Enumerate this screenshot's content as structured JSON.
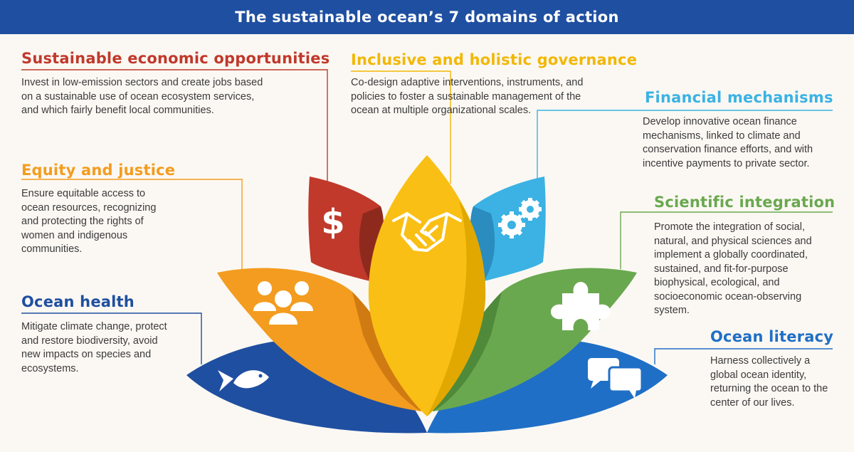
{
  "title": "The sustainable ocean’s 7 domains of action",
  "colors": {
    "banner": "#1f4fa1",
    "economic": "#c0392b",
    "governance": "#f2b705",
    "equity": "#f39c1f",
    "financial": "#3bb2e3",
    "scientific": "#6aa84f",
    "health": "#1f4fa1",
    "literacy": "#1f6fc6"
  },
  "domains": {
    "economic": {
      "heading": "Sustainable economic opportunities",
      "text": "Invest in low-emission sectors and create jobs based on a sustainable use of ocean ecosystem services, and which fairly benefit local communities.",
      "icon": "dollar-icon"
    },
    "governance": {
      "heading": "Inclusive and holistic governance",
      "text": "Co-design adaptive interventions, instruments, and policies to foster a sustainable management of the ocean at multiple organizational scales.",
      "icon": "handshake-icon"
    },
    "financial": {
      "heading": "Financial mechanisms",
      "text": "Develop innovative ocean finance mechanisms, linked to climate and conservation finance efforts, and with incentive payments to private sector.",
      "icon": "gears-icon"
    },
    "equity": {
      "heading": "Equity and justice",
      "text": "Ensure equitable access to ocean resources, recognizing and protecting the rights of women and indigenous communities.",
      "icon": "people-icon"
    },
    "scientific": {
      "heading": "Scientific integration",
      "text": "Promote the integration of social, natural, and physical sciences and implement a globally coordinated, sustained, and fit-for-purpose biophysical, ecological, and socioeconomic ocean-observing system.",
      "icon": "puzzle-icon"
    },
    "health": {
      "heading": "Ocean health",
      "text": "Mitigate climate change, protect and restore biodiversity, avoid new impacts on species and ecosystems.",
      "icon": "fish-icon"
    },
    "literacy": {
      "heading": "Ocean literacy",
      "text": "Harness collectively a global ocean identity, returning the ocean to the center of our lives.",
      "icon": "speech-bubbles-icon"
    }
  }
}
